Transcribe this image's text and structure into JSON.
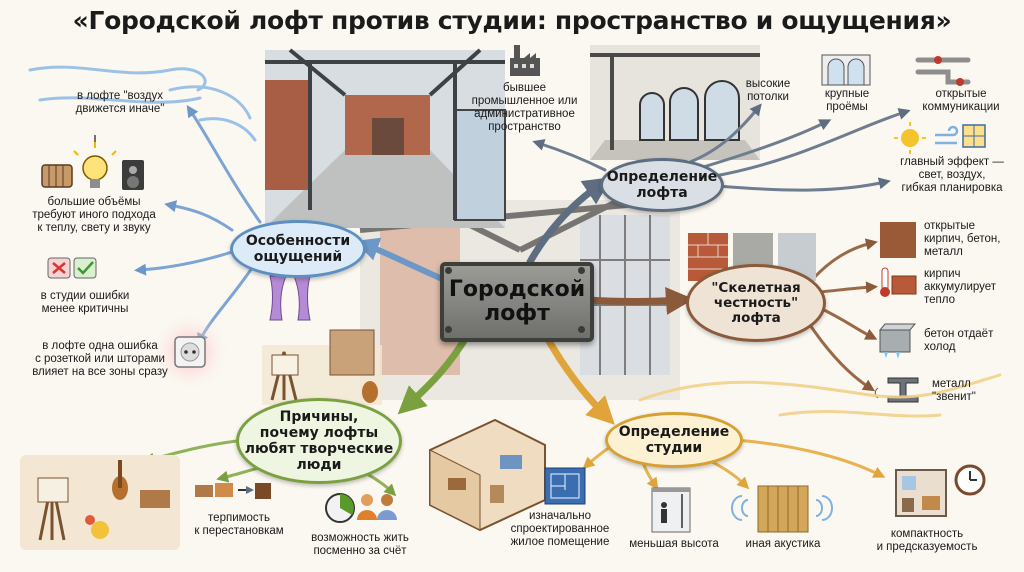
{
  "title": "«Городской лофт против студии: пространство и ощущения»",
  "center": {
    "label": "Городской\nлофт"
  },
  "branches": {
    "feelings": {
      "label": "Особенности\nощущений",
      "items": [
        "в лофте \"воздух\nдвижется иначе\"",
        "большие объёмы\nтребуют иного подхода\nк теплу, свету и звуку",
        "в студии ошибки\nменее критичны",
        "в лофте одна ошибка\nс розеткой или шторами\nвлияет на все зоны сразу"
      ]
    },
    "loft_definition": {
      "label": "Определение\nлофта",
      "items": [
        "бывшее\nпромышленное или\nадминистративное\nпространство",
        "высокие\nпотолки",
        "крупные\nпроёмы",
        "открытые\nкоммуникации",
        "главный эффект —\nсвет, воздух,\nгибкая планировка"
      ]
    },
    "skeletal": {
      "label": "\"Скелетная\nчестность\"\nлофта",
      "items": [
        "открытые\nкирпич, бетон,\nметалл",
        "кирпич\nаккумулирует\nтепло",
        "бетон отдаёт\nхолод",
        "металл\n\"звенит\""
      ]
    },
    "creative": {
      "label": "Причины,\nпочему лофты\nлюбят творческие\nлюди",
      "items": [
        "терпимость\nк перестановкам",
        "возможность жить\nпосменно за счёт"
      ]
    },
    "studio_definition": {
      "label": "Определение\nстудии",
      "items": [
        "изначально\nспроектированное\nжилое помещение",
        "меньшая высота",
        "иная акустика",
        "компактность\nи предсказуемость"
      ]
    }
  },
  "colors": {
    "blue": "#5d8fc2",
    "steel": "#5e6e80",
    "brown": "#8a5a3a",
    "green": "#7aa040",
    "gold": "#d8a032",
    "hub": "#7d7e7a"
  }
}
